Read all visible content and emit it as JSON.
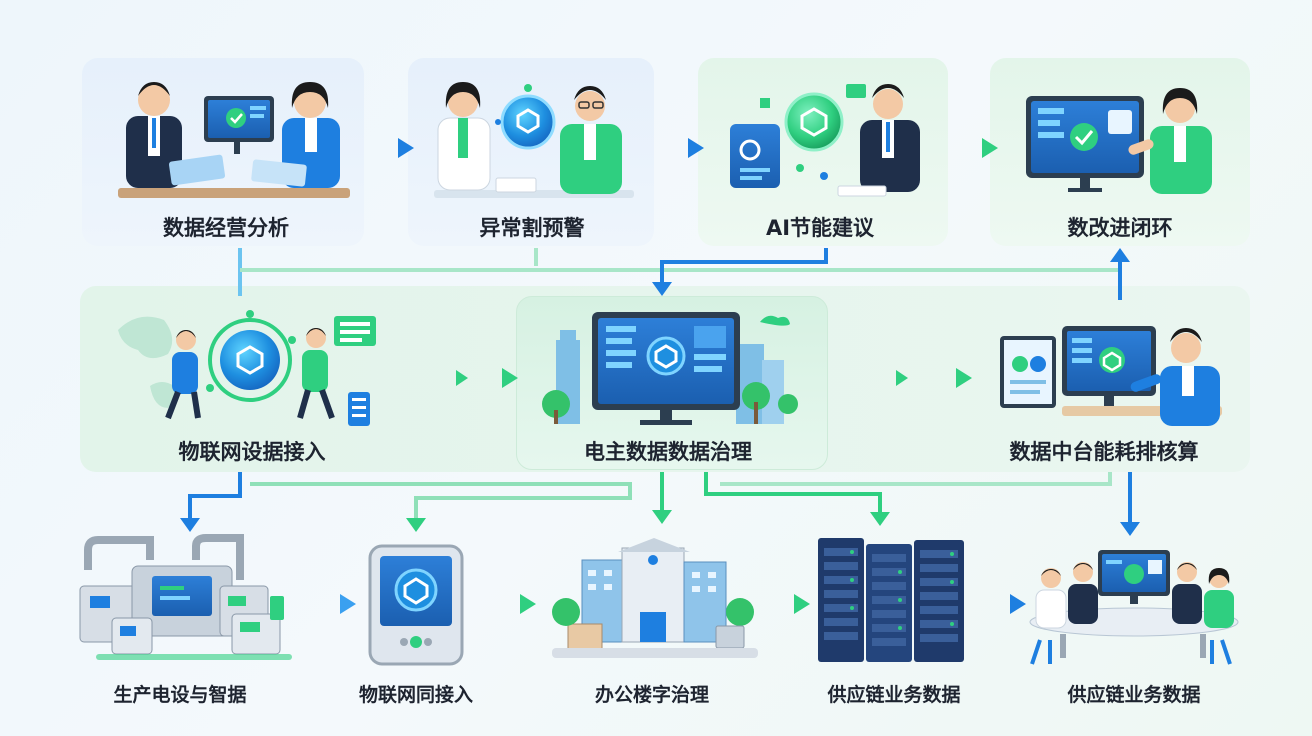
{
  "top_row": [
    {
      "id": "t1",
      "label": "数据经营分析"
    },
    {
      "id": "t2",
      "label": "异常割预警"
    },
    {
      "id": "t3",
      "label": "AI节能建议"
    },
    {
      "id": "t4",
      "label": "数改进闭环"
    }
  ],
  "middle_row": [
    {
      "id": "m1",
      "label": "物联网设据接入"
    },
    {
      "id": "m2",
      "label": "电主数据数据治理"
    },
    {
      "id": "m3",
      "label": "数据中台能耗排核算"
    }
  ],
  "bottom_row": [
    {
      "id": "b1",
      "label": "生产电设与智据"
    },
    {
      "id": "b2",
      "label": "物联网同接入"
    },
    {
      "id": "b3",
      "label": "办公楼字治理"
    },
    {
      "id": "b4",
      "label": "供应链业务数据"
    },
    {
      "id": "b5",
      "label": "供应链业务数据"
    }
  ],
  "colors": {
    "blue": "#1e7fe0",
    "green": "#2fcf80",
    "navy": "#1f3a6b"
  }
}
